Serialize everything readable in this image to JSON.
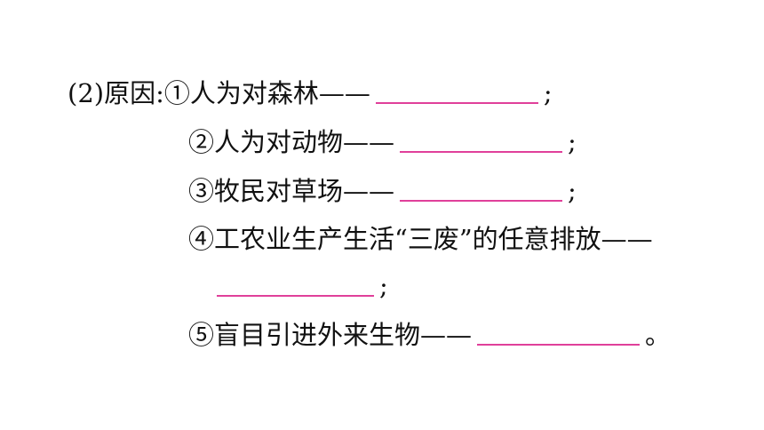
{
  "question": {
    "prefix": "(2)原因:",
    "items": [
      {
        "text": "①人为对森林——",
        "end": ";"
      },
      {
        "text": "②人为对动物——",
        "end": ";"
      },
      {
        "text": "③牧民对草场——",
        "end": ";"
      },
      {
        "text": "④工农业生产生活“三废”的任意排放——",
        "end": ";"
      },
      {
        "text": "⑤盲目引进外来生物——",
        "end": "。"
      }
    ]
  },
  "colors": {
    "text": "#111111",
    "blank_line": "#e0409a"
  }
}
